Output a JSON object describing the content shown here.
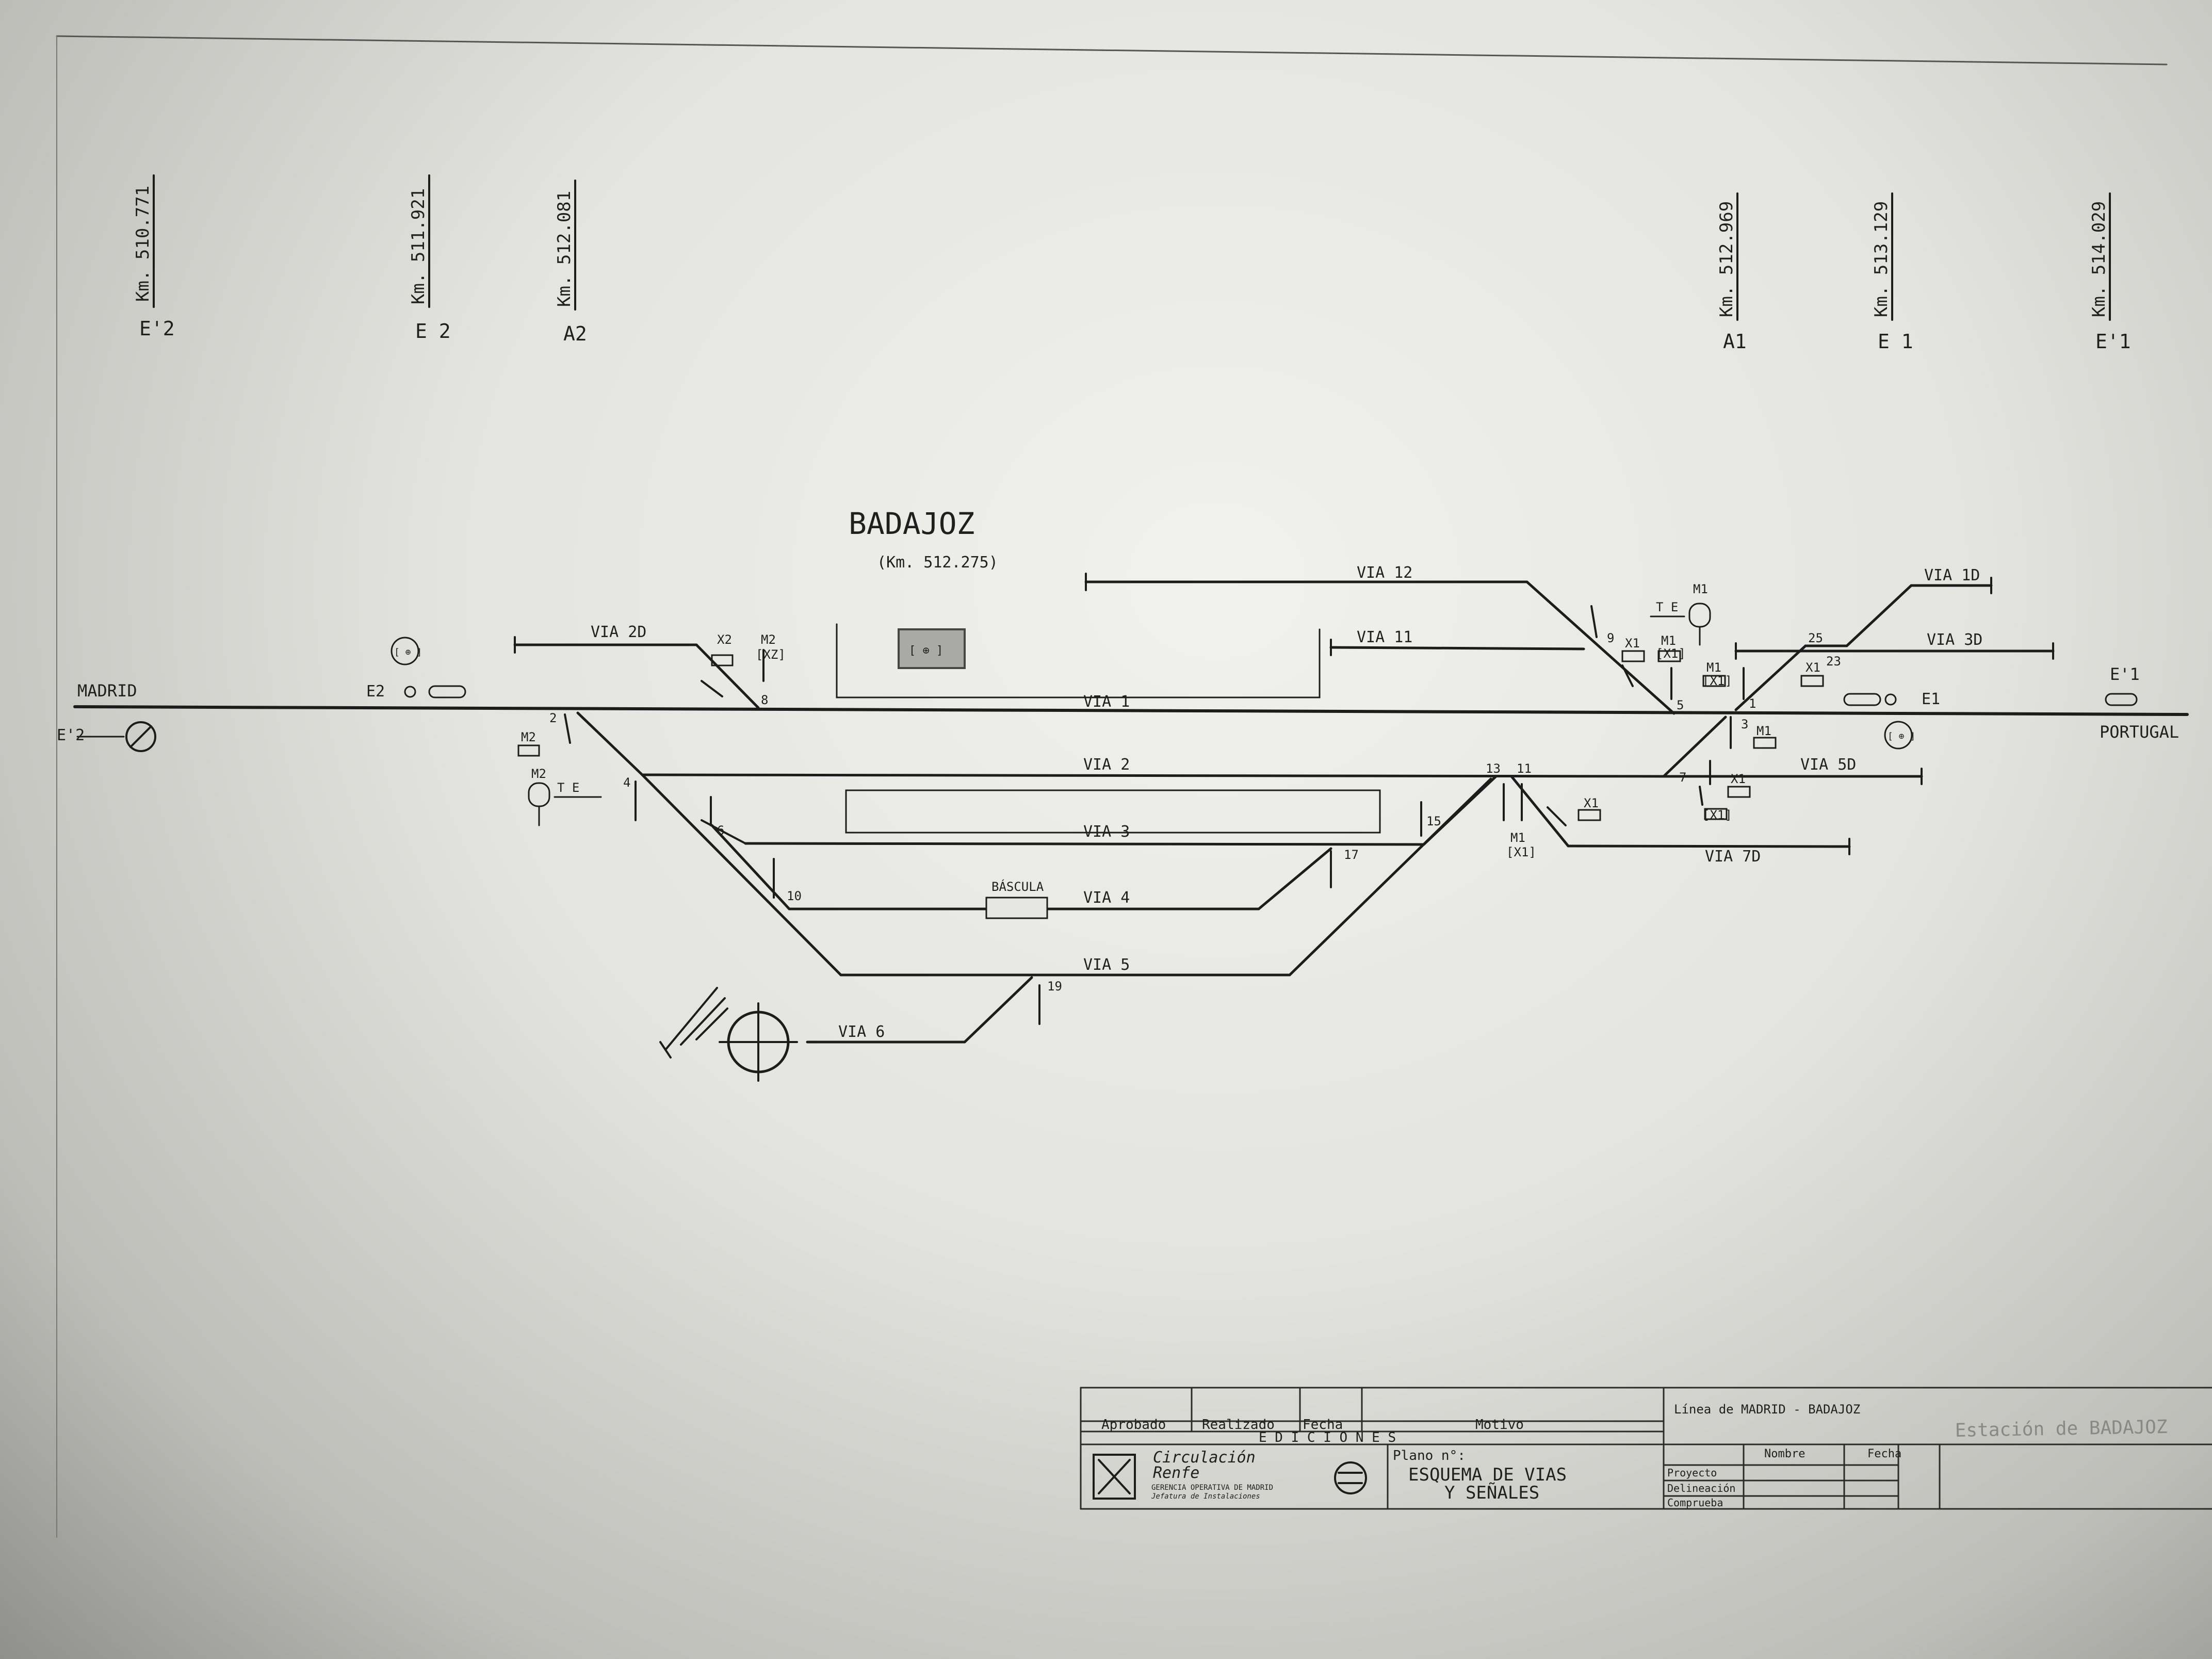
{
  "station": {
    "name": "BADAJOZ",
    "km": "(Km. 512.275)"
  },
  "ends": {
    "left": "MADRID",
    "right": "PORTUGAL"
  },
  "kilometer_posts": [
    {
      "km": "Km. 510.771",
      "label": "E'2"
    },
    {
      "km": "Km. 511.921",
      "label": "E 2"
    },
    {
      "km": "Km. 512.081",
      "label": "A2"
    },
    {
      "km": "Km. 512.969",
      "label": "A1"
    },
    {
      "km": "Km. 513.129",
      "label": "E 1"
    },
    {
      "km": "Km. 514.029",
      "label": "E'1"
    }
  ],
  "tracks": {
    "via1": "VIA 1",
    "via2": "VIA 2",
    "via3": "VIA 3",
    "via4": "VIA 4",
    "via5": "VIA 5",
    "via6": "VIA 6",
    "via11": "VIA 11",
    "via12": "VIA 12",
    "via2d": "VIA 2D",
    "via3d": "VIA 3D",
    "via5d": "VIA 5D",
    "via7d": "VIA 7D",
    "via1d": "VIA 1D"
  },
  "bascula": "BÁSCULA",
  "switches": [
    "2",
    "4",
    "6",
    "8",
    "10",
    "17",
    "19",
    "13",
    "11",
    "9",
    "5",
    "1",
    "3",
    "7",
    "25",
    "23",
    "15"
  ],
  "signals": {
    "e2": "E2",
    "e1": "E1",
    "e2p": "E'2",
    "e1p": "E'1",
    "x2": "X2",
    "m2": "M2",
    "m2b": "[XZ]",
    "x1": "X1",
    "m1": "M1",
    "m1b": "[X1]",
    "te": "T E",
    "tag": "[ ⊕ ]"
  },
  "title_block": {
    "col_aprobado": "Aprobado",
    "col_realizado": "Realizado",
    "col_fecha": "Fecha",
    "col_motivo": "Motivo",
    "ediciones": "E D I C I O N E S",
    "org1": "Circulación",
    "org2": "Renfe",
    "org3": "GERENCIA OPERATIVA DE MADRID",
    "org4": "Jefatura de Instalaciones",
    "plano_label": "Plano n°:",
    "plano_title1": "ESQUEMA DE VIAS",
    "plano_title2": "Y SEÑALES",
    "linea": "Línea de MADRID - BADAJOZ",
    "estacion": "Estación de BADAJOZ",
    "nombre": "Nombre",
    "fecha": "Fecha",
    "proyecto": "Proyecto",
    "delineacion": "Delineación",
    "comprueba": "Comprueba"
  }
}
